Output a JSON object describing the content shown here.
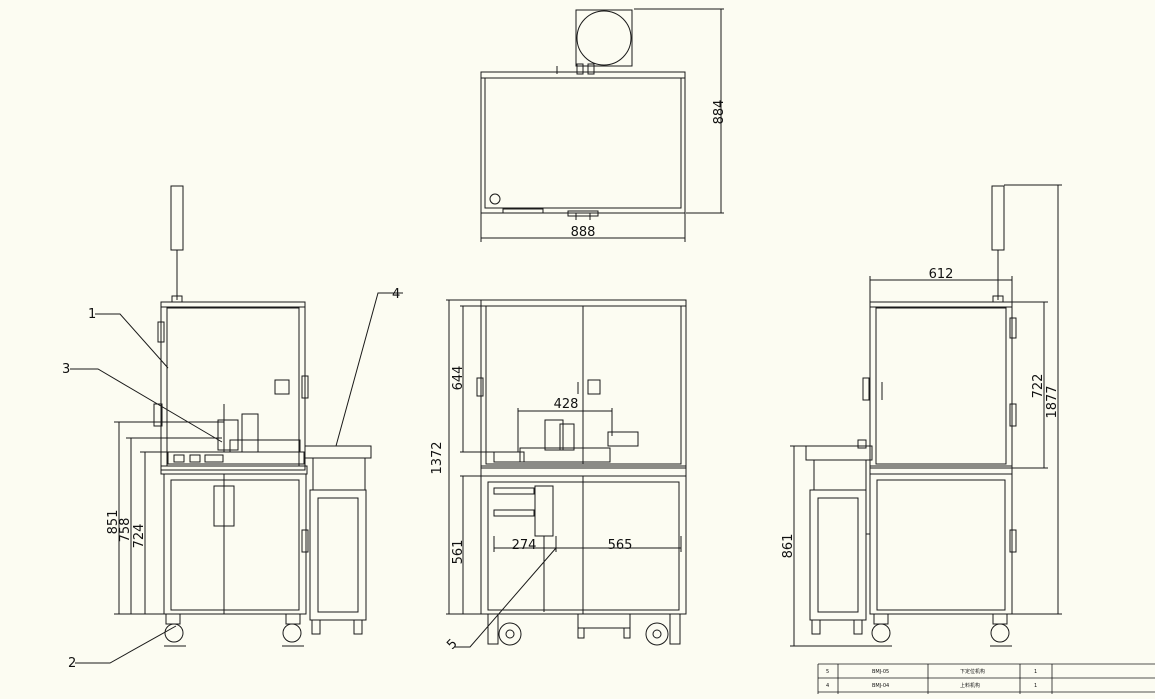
{
  "colors": {
    "background": "#fcfcf2",
    "line": "#1a1a1a"
  },
  "dimensions": {
    "top_view_depth": "884",
    "top_view_width": "888",
    "front_top_section": "644",
    "front_total_height": "1372",
    "front_inner_span": "428",
    "front_lower_section": "561",
    "front_left_offset": "274",
    "front_right_offset": "565",
    "left_view_height_1": "851",
    "left_view_height_2": "758",
    "left_view_height_3": "724",
    "right_view_width": "612",
    "right_view_upper": "722",
    "right_view_total": "1877",
    "right_view_lower": "861"
  },
  "callouts": [
    "1",
    "2",
    "3",
    "4",
    "5"
  ],
  "title_block": {
    "rows": [
      {
        "no": "5",
        "code": "BMJ-05",
        "name": "下定位机构",
        "qty": "1"
      },
      {
        "no": "4",
        "code": "BMJ-04",
        "name": "上料机构",
        "qty": "1"
      }
    ]
  }
}
